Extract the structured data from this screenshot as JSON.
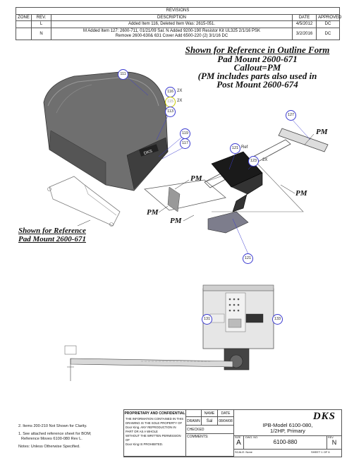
{
  "revisions": {
    "title": "REVISIONS",
    "headers": {
      "zone": "ZONE",
      "rev": "REV.",
      "description": "DESCRIPTION",
      "date": "DATE",
      "approved": "APPROVED"
    },
    "rows": [
      {
        "zone": "",
        "rev": "L",
        "description": "Added Item 116, Deleted Item Was: 2615-051.",
        "date": "4/5/2012",
        "approved": "DC"
      },
      {
        "zone": "",
        "rev": "N",
        "description_1": "M Added Item 127: 2600-711,  01/21/09  Sal.  N Added 9200-190 Resistor Kit UL325     2/1/16    PSK",
        "description_2": "Remove 2600-630& 631 Cover Add 6500-220 (2)        3/1/16    DC",
        "date": "3/2/2016",
        "approved": "DC"
      }
    ]
  },
  "headings": {
    "line1": "Shown for Reference in Outline Form",
    "line2": "Pad Mount 2600-671",
    "line3": "Callout=PM",
    "line4": "(PM includes parts also used in",
    "line5": "Post Mount 2600-674"
  },
  "reference_label": {
    "line1": "Shown for Reference",
    "line2": "Pad Mount 2600-671"
  },
  "pm_label": "PM",
  "balloons": {
    "b111": "111",
    "b116": "116",
    "b115": "115",
    "b113": "113",
    "b119": "119",
    "b117": "117",
    "b127": "127",
    "b121": "121",
    "b123": "123",
    "b121b": "121",
    "b131": "131",
    "b133": "133"
  },
  "qty": {
    "q116": "2X",
    "q115": "2X",
    "q123": "2X",
    "ref": "Ref"
  },
  "notes": {
    "n2": "2. Items 200-210 Not Shown for Clarity.",
    "n1a": "1. See attached reference sheet for BOM;",
    "n1b": "Reference Moves 6100-080 Rev L.",
    "n0": "Notes: Unless Otherwise Specified."
  },
  "title_block": {
    "prop_title": "PROPRIETARY AND CONFIDENTIAL",
    "prop_text_1": "THE INFORMATION CONTAINED IN THIS",
    "prop_text_2": "DRAWING IS THE SOLE PROPERTY OF",
    "prop_text_3": "Door King.  ANY REPRODUCTION IN",
    "prop_text_4": "PART OR AS A WHOLE",
    "prop_text_5": "WITHOUT THE WRITTEN PERMISSION OF",
    "prop_text_6": "Door King IS PROHIBITED.",
    "name_hdr": "NAME",
    "date_hdr": "DATE",
    "drawn": "DRAWN",
    "drawn_name": "Sal",
    "drawn_date": "08/04/08",
    "checked": "CHECKED",
    "comments": "COMMENTS:",
    "logo": "DKS",
    "title_1": "IPB-Model 6100-080,",
    "title_2": "1/2HP, Primary",
    "size_lbl": "SIZE",
    "size": "A",
    "dwg_lbl": "DWG.  NO.",
    "dwg": "6100-880",
    "rev_lbl": "REV",
    "rev": "N",
    "scale": "SCALE: None",
    "sheet": "SHEET 1 OF 6"
  }
}
